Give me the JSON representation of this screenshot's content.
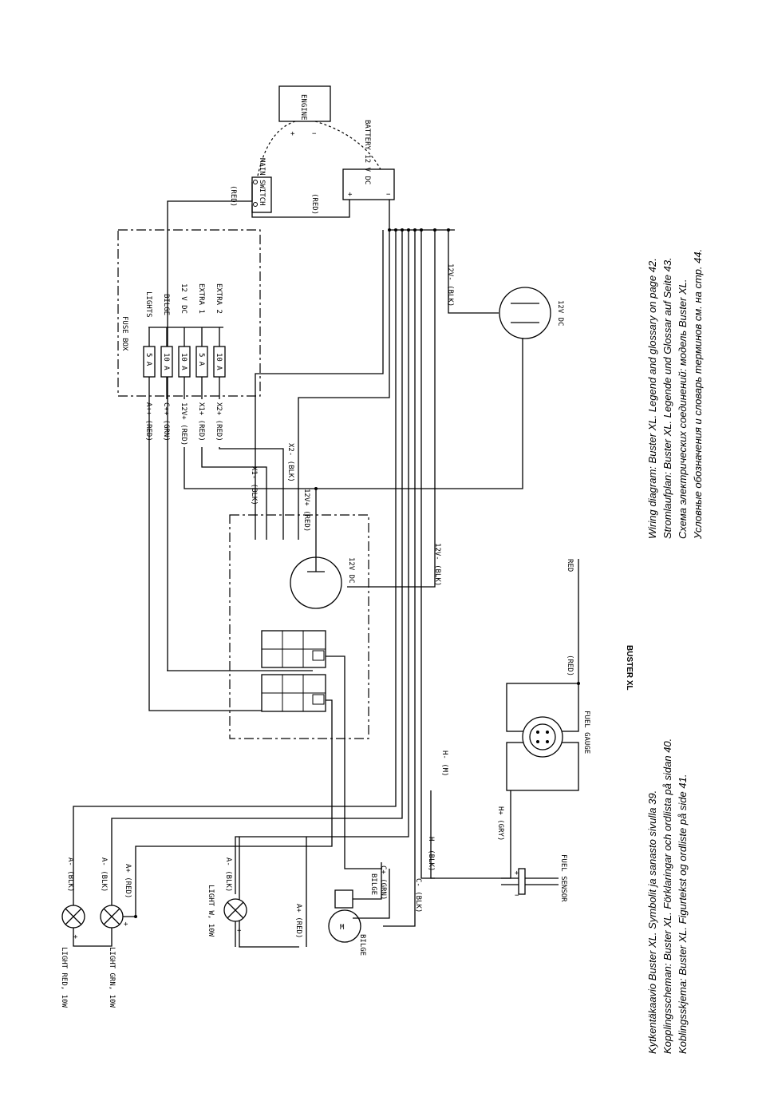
{
  "title": "BUSTER XL",
  "captions": [
    "Kytkentäkaavio Buster XL. Symbolit ja sanasto sivulla 39.",
    "Kopplingsscheman: Buster XL. Förklaringar och ordlista på sidan 40.",
    "Koblingsskjema: Buster XL. Figurtekst og ordliste på side 41.",
    "Wiring diagram: Buster XL. Legend and glossary on page 42.",
    "Stromlaufplan: Buster XL. Legende und Glossar auf Seite 43.",
    "Схема электрических соединений: модель Buster XL.",
    "Условные обозначения и словарь терминов см. на стр. 44."
  ],
  "components": {
    "engine": "ENGINE",
    "main_switch": "MAIN SWITCH",
    "battery": "BATTERY 12 V DC",
    "fuse_box": "FUSE BOX",
    "fuel_gauge": "FUEL GAUGE",
    "fuel_sensor": "FUEL SENSOR",
    "bilge": "BILGE",
    "light_red": "LIGHT RED, 10W",
    "light_grn": "LIGHT GRN, 10W",
    "light_w": "LIGHT W, 10W",
    "socket_top": "12V DC",
    "socket_center": "12V DC"
  },
  "fuses": [
    {
      "rating": "5 A",
      "circuit": "LIGHTS",
      "wire": "A++ (RED)"
    },
    {
      "rating": "10 A",
      "circuit": "BILGE",
      "wire": "C++ (GRN)"
    },
    {
      "rating": "10 A",
      "circuit": "12 V DC",
      "wire": "12V+ (RED)"
    },
    {
      "rating": "5 A",
      "circuit": "EXTRA 1",
      "wire": "X1+ (RED)"
    },
    {
      "rating": "10 A",
      "circuit": "EXTRA 2",
      "wire": "X2+ (RED)"
    }
  ],
  "wire_labels": {
    "red_switch": "(RED)",
    "red_battery": "(RED)",
    "x1_minus": "X1- (BLK)",
    "x2_minus": "X2- (BLK)",
    "v12_plus": "12V+ (RED)",
    "v12_minus_top": "12V- (BLK)",
    "v12_minus_mid": "12V- (BLK)",
    "red_right": "RED",
    "red_gauge": "(RED)",
    "h_minus_m": "H- (M)",
    "h_plus": "H+ (GRY)",
    "h_minus_blk": "H- (BLK)",
    "c_minus": "C- (BLK)",
    "c_plus": "C+ (GRN)",
    "bilge_label": "BILGE",
    "a_minus_1": "A- (BLK)",
    "a_minus_2": "A- (BLK)",
    "a_minus_3": "A- (BLK)",
    "a_plus_1": "A+ (RED)",
    "a_plus_2": "A+ (RED)"
  }
}
